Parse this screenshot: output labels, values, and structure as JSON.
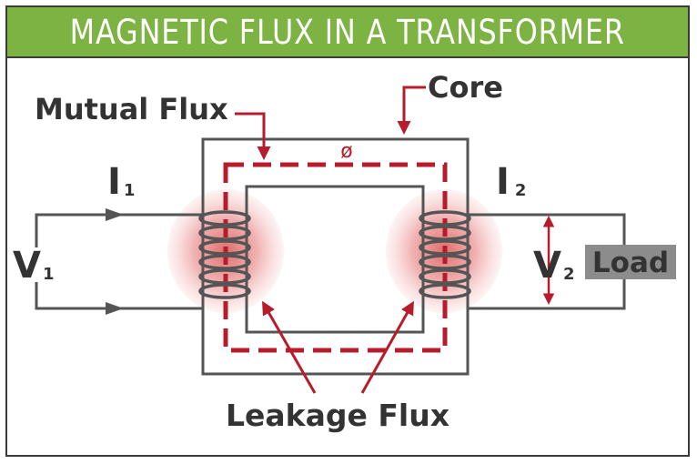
{
  "title": "MAGNETIC FLUX IN A TRANSFORMER",
  "labels": {
    "mutual_flux": "Mutual Flux",
    "core": "Core",
    "phi": "ø",
    "i1_main": "I",
    "i1_sub": "1",
    "i2_main": "I",
    "i2_sub": "2",
    "v1_main": "V",
    "v1_sub": "1",
    "v2_main": "V",
    "v2_sub": "2",
    "load": "Load",
    "leakage_flux": "Leakage Flux"
  },
  "colors": {
    "banner": "#7cb342",
    "flux": "#b71c2c",
    "wire": "#555555",
    "text": "#333333",
    "load_box": "#8c8c8c",
    "glow": "#e57373"
  }
}
